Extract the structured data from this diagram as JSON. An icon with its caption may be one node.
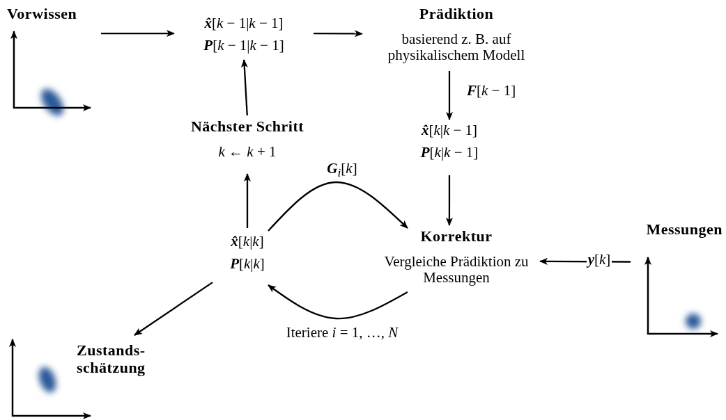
{
  "diagram": {
    "nodes": [
      {
        "text": [
          "Vorwissen"
        ]
      },
      {
        "text": [
          "**x̂**[*k* − 1|*k* − 1]",
          "**P**[*k* − 1|*k* − 1]"
        ]
      },
      {
        "text": [
          "Prädiktion",
          "basierend z. B. auf physikalischem Modell"
        ]
      },
      {
        "text": [
          "**x̂**[*k*|*k* − 1]",
          "**P**[*k*|*k* − 1]"
        ]
      },
      {
        "text": [
          "Korrektur",
          "Vergleiche Prädiktion zu Messungen"
        ]
      },
      {
        "text": [
          "Messungen"
        ]
      },
      {
        "text": [
          "**x̂**[*k*|*k*]",
          "**P**[*k*|*k*]"
        ]
      },
      {
        "text": [
          "Nächster Schritt",
          "*k* ← *k* + 1"
        ]
      },
      {
        "text": [
          "Zustands- schätzung"
        ]
      }
    ],
    "edges": [
      {
        "from": 0,
        "to": 1,
        "arrow": "to"
      },
      {
        "from": 1,
        "to": 2,
        "arrow": "to"
      },
      {
        "from": 2,
        "to": 3,
        "arrow": "to",
        "label": "**F**[*k* − 1]"
      },
      {
        "from": 3,
        "to": 4,
        "arrow": "to"
      },
      {
        "from": 5,
        "to": 4,
        "arrow": "to",
        "label": "**y**[*k*]"
      },
      {
        "from": 6,
        "to": 4,
        "arrow": "to",
        "label": "**G**$_{i}$[*k*]"
      },
      {
        "from": 4,
        "to": 6,
        "arrow": "to",
        "label": "Iteriere *i* = 1, …, *N*"
      },
      {
        "from": 6,
        "to": 7,
        "arrow": "to"
      },
      {
        "from": 7,
        "to": 1,
        "arrow": "to"
      },
      {
        "from": 6,
        "to": 8,
        "arrow": "to"
      }
    ]
  }
}
